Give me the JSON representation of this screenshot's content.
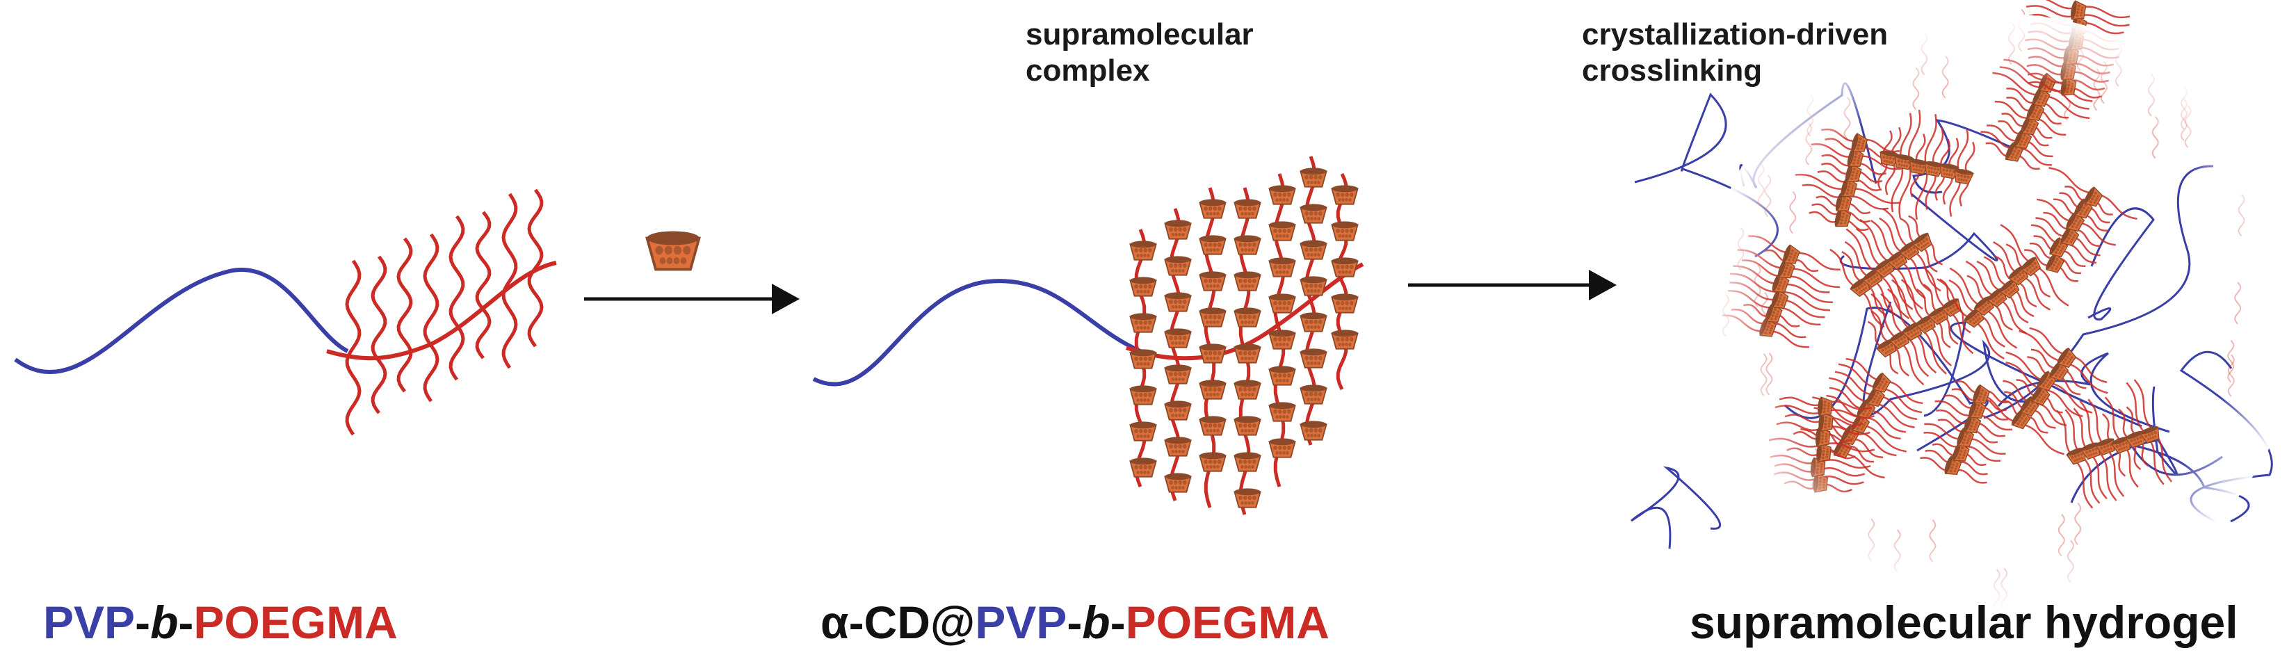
{
  "labels": {
    "complex_caption_line1": "supramolecular",
    "complex_caption_line2": "complex",
    "crosslink_caption_line1": "crystallization-driven",
    "crosslink_caption_line2": "crosslinking",
    "copolymer": {
      "block1": "PVP",
      "dash1": "-",
      "b": "b",
      "dash2": "-",
      "block2": "POEGMA"
    },
    "inclusion_complex": {
      "prefix": "α-CD@",
      "block1": "PVP",
      "dash1": "-",
      "b": "b",
      "dash2": "-",
      "block2": "POEGMA"
    },
    "hydrogel": "supramolecular hydrogel"
  },
  "colors": {
    "pvp_blue": "#3a3fa8",
    "poegma_red": "#cc2a24",
    "cd_brown": "#8a4a2a",
    "cd_orange": "#e0703a",
    "arrow": "#111111"
  },
  "icons": {
    "cyclodextrin": "alpha-cyclodextrin-cup-icon",
    "arrow": "right-arrow-icon"
  }
}
